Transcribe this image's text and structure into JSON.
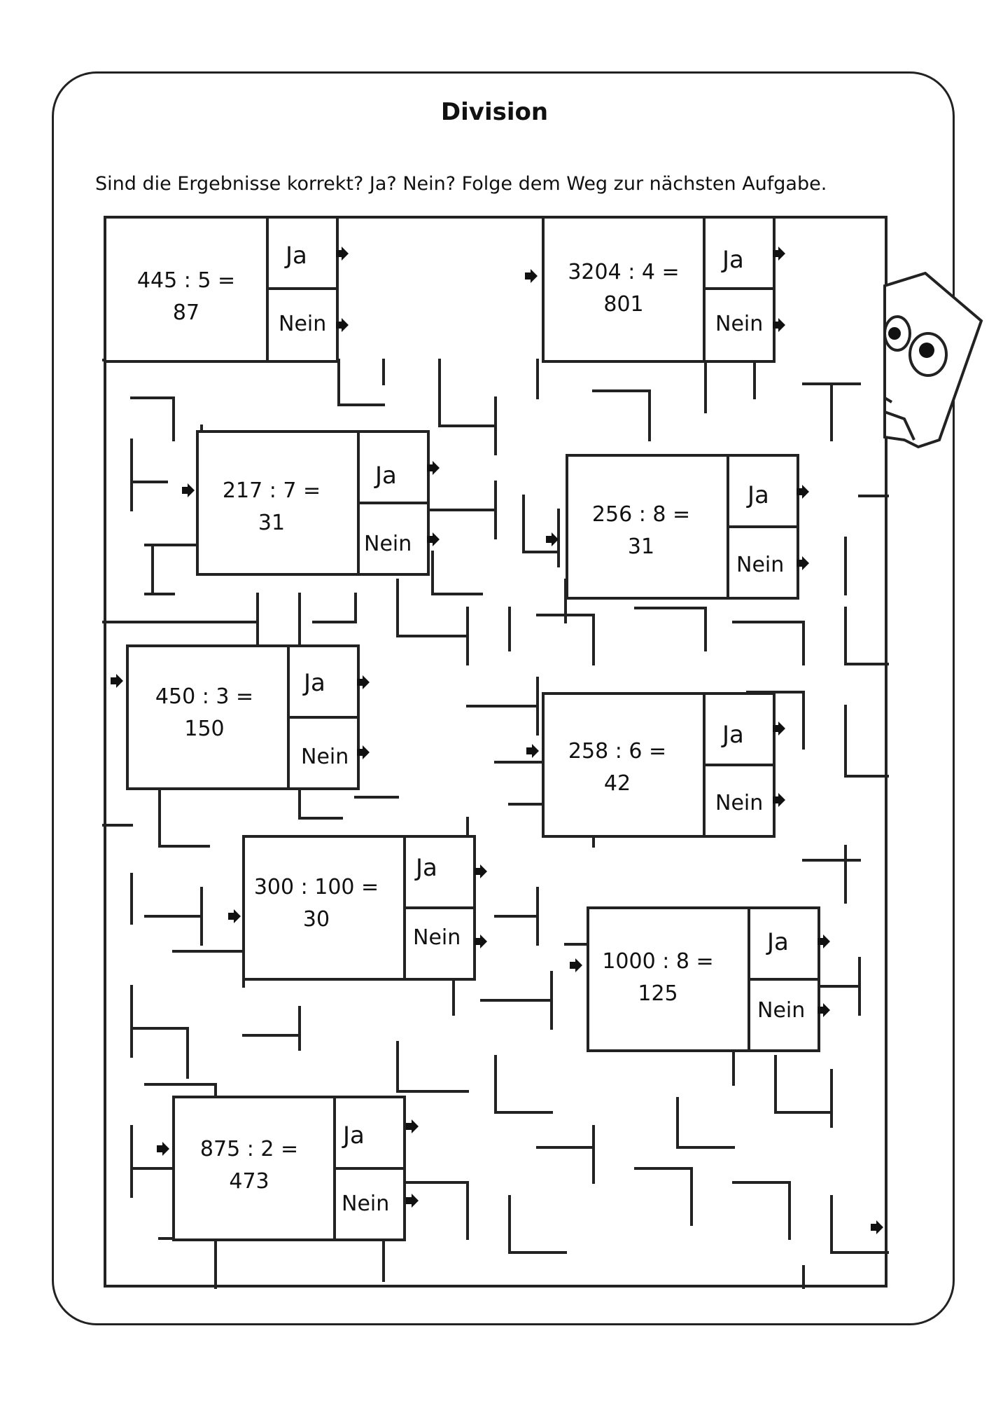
{
  "title": "Division",
  "instruction": "Sind die Ergebnisse korrekt? Ja? Nein? Folge dem Weg zur nächsten Aufgabe.",
  "answer_yes": "Ja",
  "answer_no": "Nein",
  "problems": [
    {
      "task": "445 : 5 =",
      "result": "87"
    },
    {
      "task": "3204 : 4 =",
      "result": "801"
    },
    {
      "task": "217 : 7 =",
      "result": "31"
    },
    {
      "task": "256 : 8 =",
      "result": "31"
    },
    {
      "task": "450 : 3 =",
      "result": "150"
    },
    {
      "task": "258 : 6 =",
      "result": "42"
    },
    {
      "task": "300 : 100 =",
      "result": "30"
    },
    {
      "task": "1000 : 8 =",
      "result": "125"
    },
    {
      "task": "875 : 2 =",
      "result": "473"
    }
  ],
  "icons": [
    "arrow-icon",
    "pencil-mascot-icon"
  ],
  "colors": {
    "line": "#222222",
    "background": "#ffffff"
  }
}
